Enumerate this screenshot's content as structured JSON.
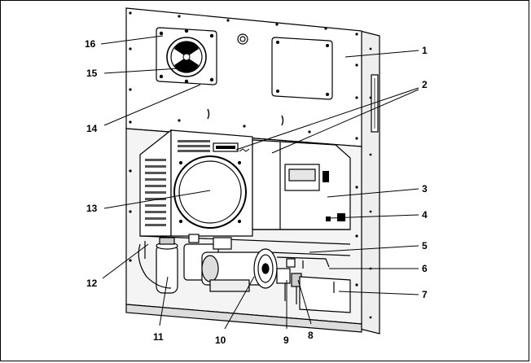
{
  "callouts": [
    {
      "id": "1",
      "text": "1"
    },
    {
      "id": "2",
      "text": "2"
    },
    {
      "id": "3",
      "text": "3"
    },
    {
      "id": "4",
      "text": "4"
    },
    {
      "id": "5",
      "text": "5"
    },
    {
      "id": "6",
      "text": "6"
    },
    {
      "id": "7",
      "text": "7"
    },
    {
      "id": "8",
      "text": "8"
    },
    {
      "id": "9",
      "text": "9"
    },
    {
      "id": "10",
      "text": "10"
    },
    {
      "id": "11",
      "text": "11"
    },
    {
      "id": "12",
      "text": "12"
    },
    {
      "id": "13",
      "text": "13"
    },
    {
      "id": "14",
      "text": "14"
    },
    {
      "id": "15",
      "text": "15"
    },
    {
      "id": "16",
      "text": "16"
    }
  ],
  "colors": {
    "line": "#000000",
    "panel": "#ffffff",
    "shade": "#d9d9d9",
    "dark": "#222222"
  }
}
